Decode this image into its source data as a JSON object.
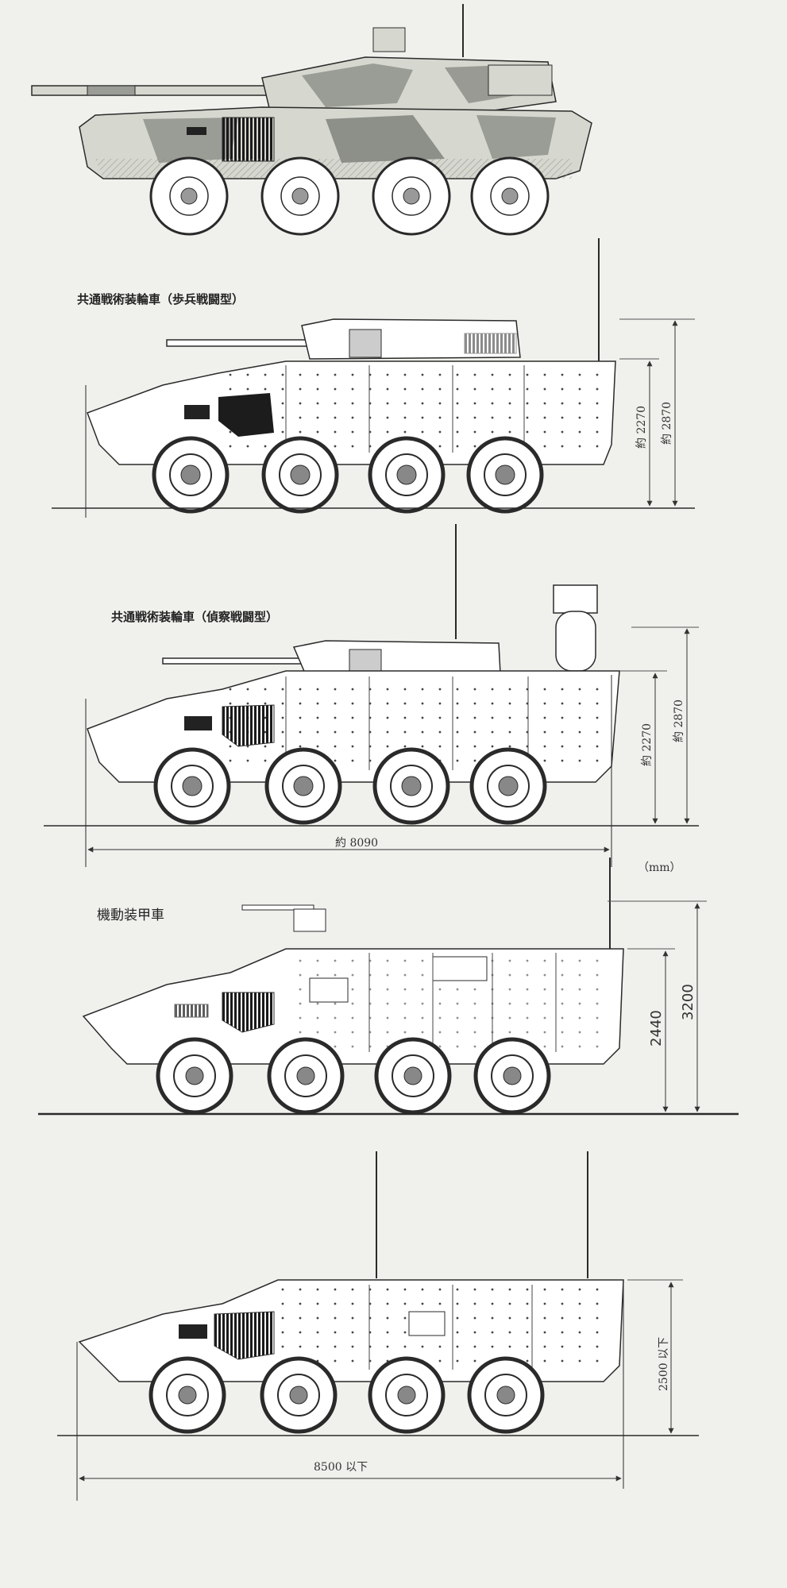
{
  "captions": {
    "ifv_title": "共通戦術装輪車（歩兵戦闘型）",
    "rcv_title": "共通戦術装輪車（偵察戦闘型）",
    "apc_title": "機動装甲車"
  },
  "dimensions": {
    "ifv_hull_height": "約 2270",
    "ifv_total_height": "約 2870",
    "rcv_hull_height": "約 2270",
    "rcv_total_height": "約 2870",
    "rcv_length": "約 8090",
    "unit": "（mm）",
    "apc_hull_height": "2440",
    "apc_total_height": "3200",
    "base_height": "2500 以下",
    "base_length": "8500 以下"
  },
  "colors": {
    "camo_light": "#d6d8cf",
    "camo_mid": "#9a9d95",
    "camo_dark": "#6e716b",
    "line": "#2a2a2a"
  }
}
